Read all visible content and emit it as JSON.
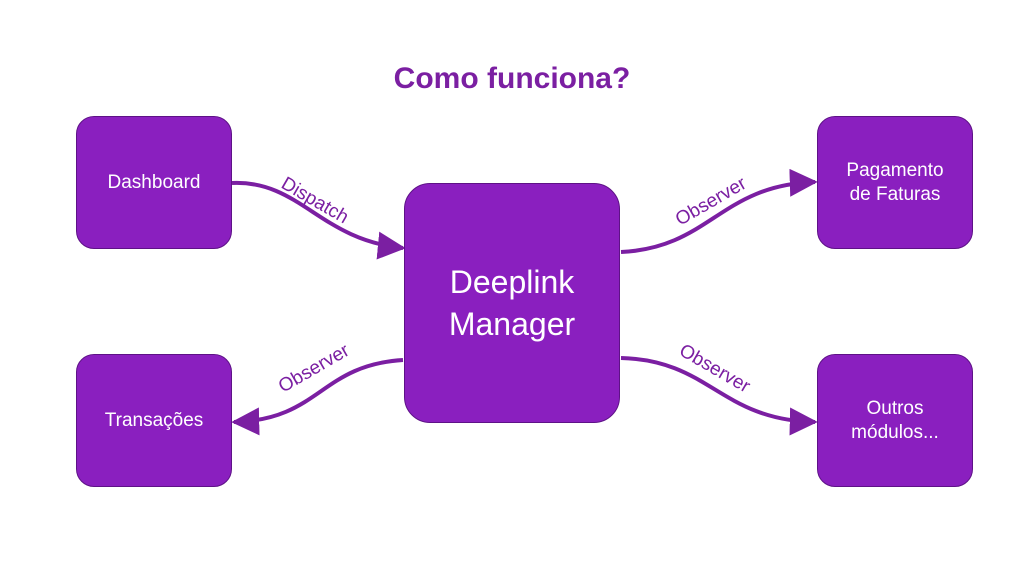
{
  "title": "Como funciona?",
  "nodes": {
    "dashboard": "Dashboard",
    "transacoes": "Transações",
    "pagamento": "Pagamento\nde Faturas",
    "outros": "Outros\nmódulos...",
    "manager": "Deeplink\nManager"
  },
  "edges": {
    "dispatch": "Dispatch",
    "observer_top_right": "Observer",
    "observer_left": "Observer",
    "observer_bottom_right": "Observer"
  },
  "colors": {
    "accent": "#7b1fa2",
    "box": "#8a1fbf"
  }
}
